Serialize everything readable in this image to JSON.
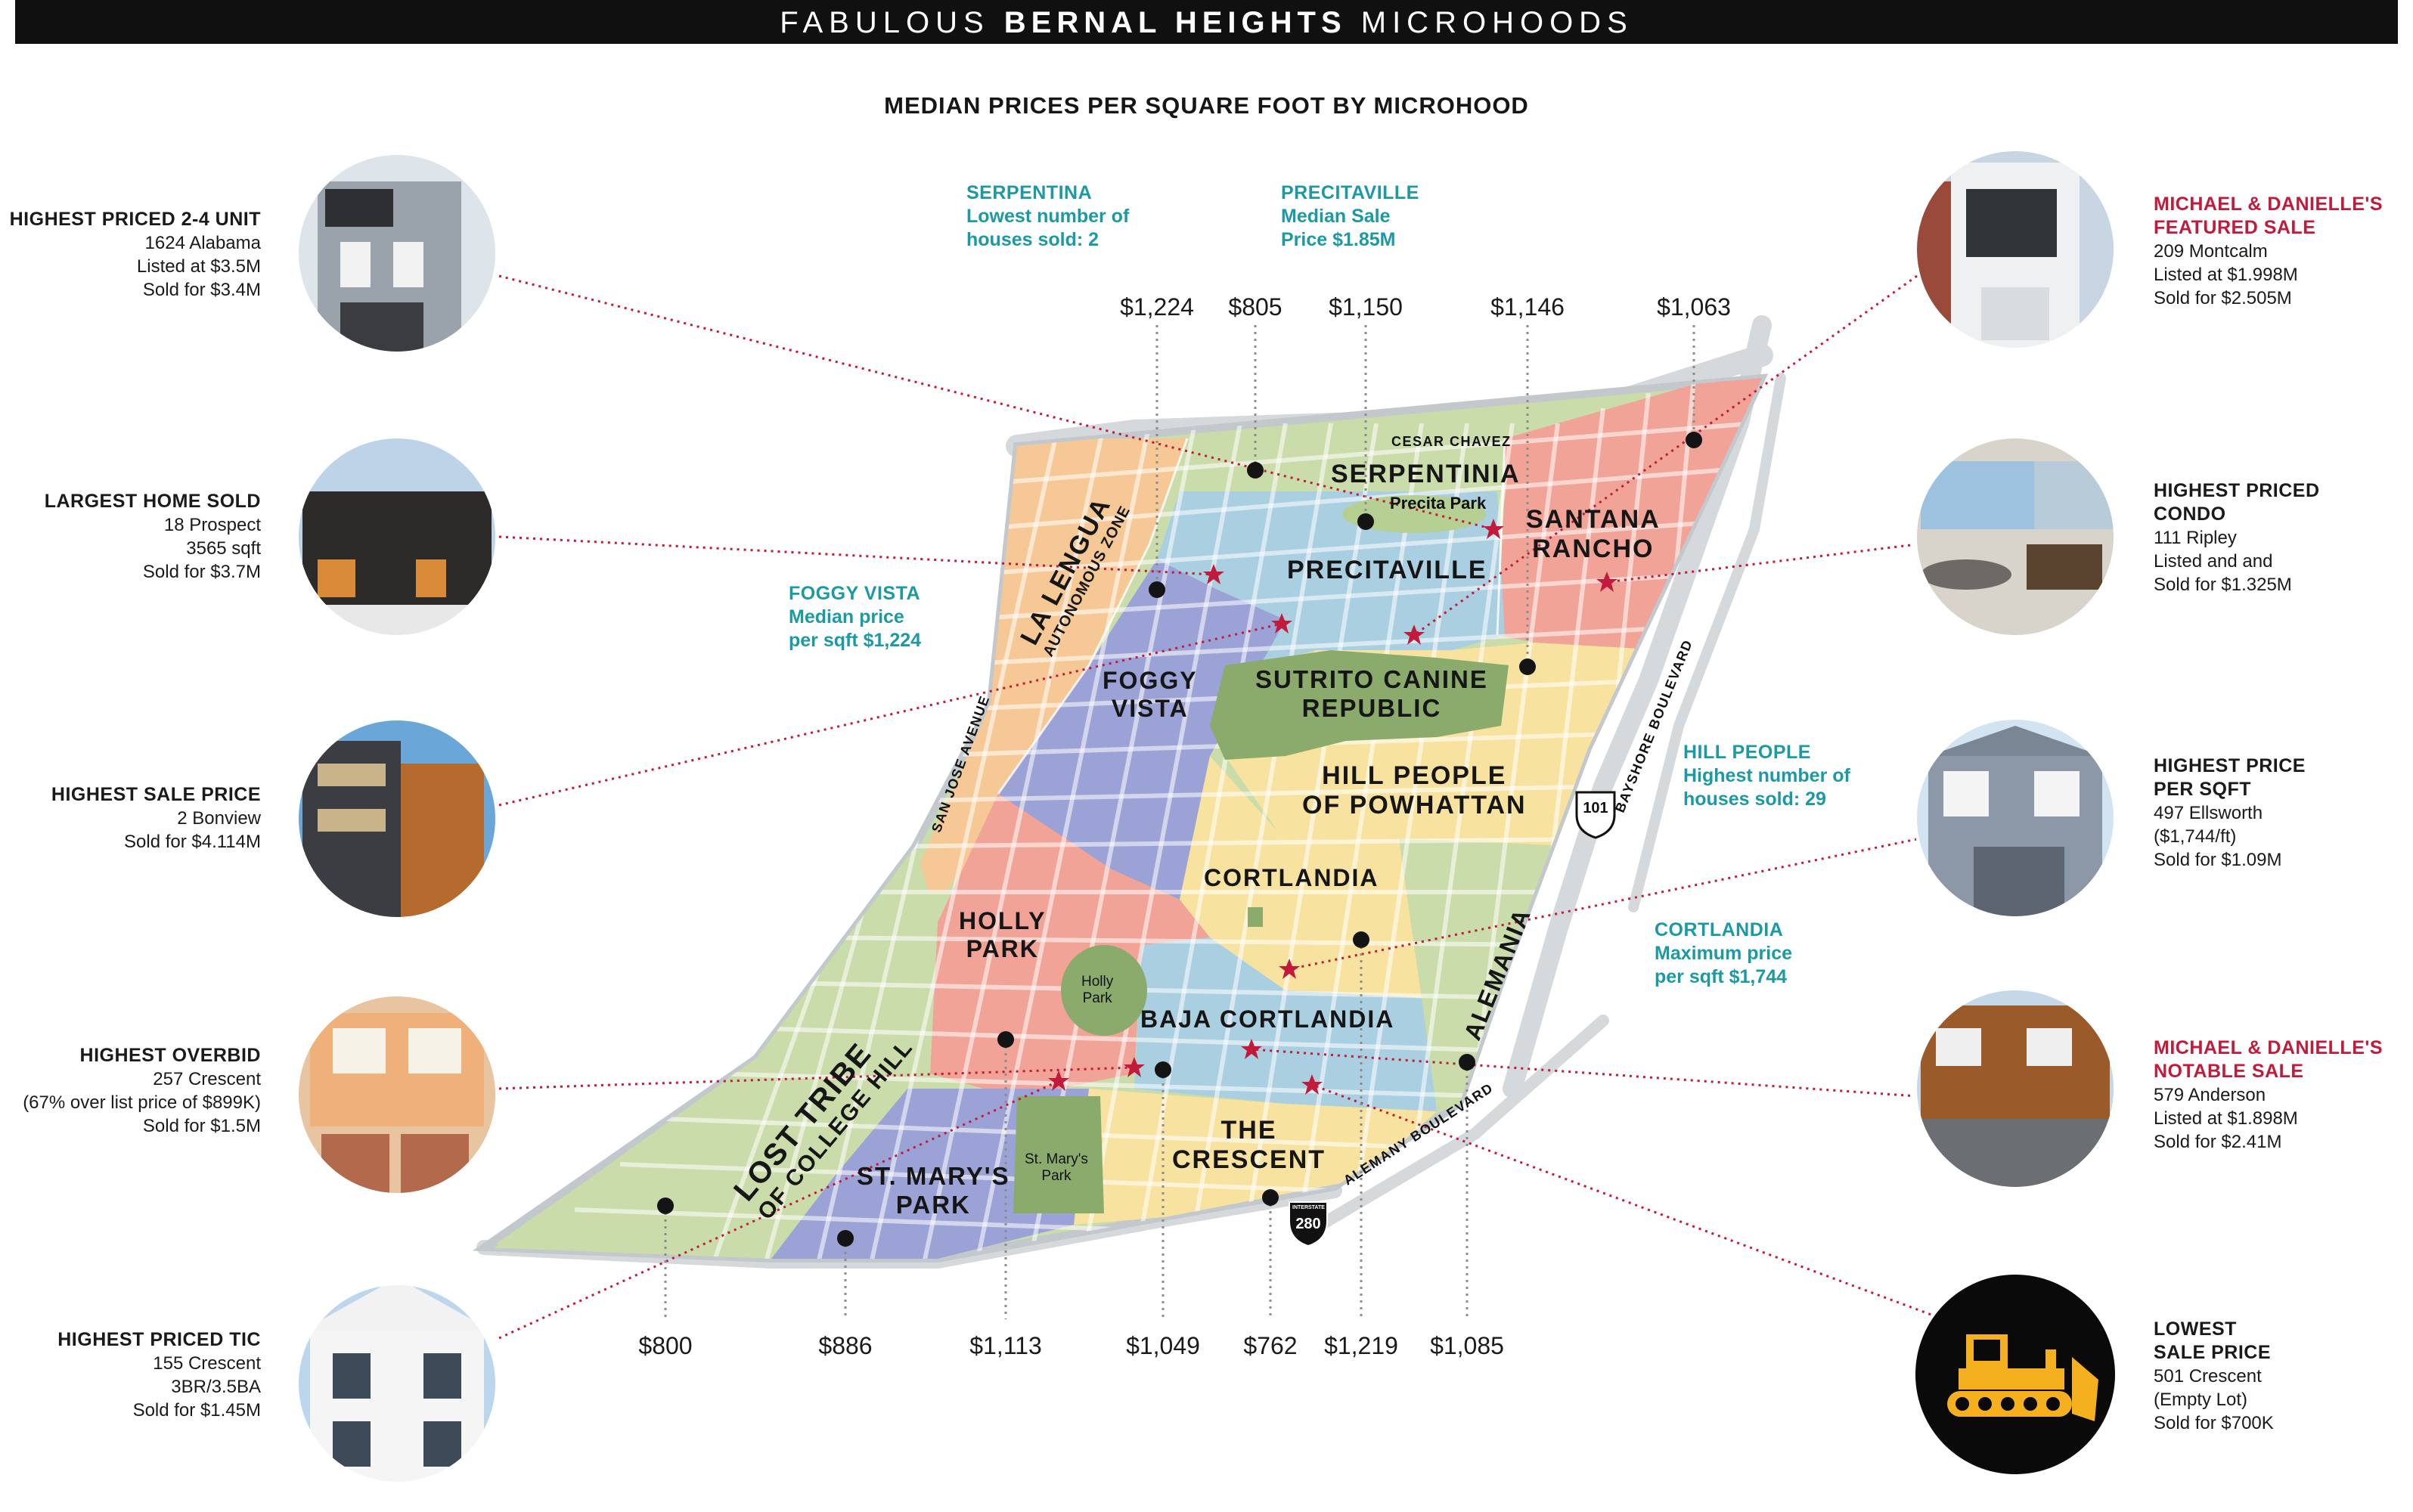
{
  "header": {
    "pre": "FABULOUS",
    "bold": "BERNAL HEIGHTS",
    "post": "MICROHOODS"
  },
  "subtitle": "MEDIAN PRICES PER SQUARE FOOT BY MICROHOOD",
  "colors": {
    "red": "#c21a3a",
    "teal": "#1c9aa4",
    "orange": "#f5c896",
    "green": "#c9dca9",
    "blue": "#a9cfe0",
    "purple": "#9ba2d6",
    "salmon": "#f0a396",
    "yellow": "#f8e2a0",
    "park": "#8aab6c"
  },
  "left_callouts": [
    {
      "title": "HIGHEST PRICED 2-4 UNIT",
      "lines": [
        "1624 Alabama",
        "Listed at $3.5M",
        "Sold for $3.4M"
      ]
    },
    {
      "title": "LARGEST HOME SOLD",
      "lines": [
        "18 Prospect",
        "3565 sqft",
        "Sold for $3.7M"
      ]
    },
    {
      "title": "HIGHEST SALE PRICE",
      "lines": [
        "2 Bonview",
        "Sold for $4.114M"
      ]
    },
    {
      "title": "HIGHEST OVERBID",
      "lines": [
        "257 Crescent",
        "(67% over list price of $899K)",
        "Sold for $1.5M"
      ]
    },
    {
      "title": "HIGHEST PRICED TIC",
      "lines": [
        "155 Crescent",
        "3BR/3.5BA",
        "Sold for $1.45M"
      ]
    }
  ],
  "right_callouts": [
    {
      "title1": "MICHAEL & DANIELLE'S",
      "title2": "FEATURED SALE",
      "lines": [
        "209 Montcalm",
        "Listed at $1.998M",
        "Sold for $2.505M"
      ]
    },
    {
      "title1": "HIGHEST PRICED",
      "title2": "CONDO",
      "lines": [
        "111 Ripley",
        "Listed and and",
        "Sold for $1.325M"
      ]
    },
    {
      "title1": "HIGHEST PRICE",
      "title2": "PER SQFT",
      "lines": [
        "497 Ellsworth",
        "($1,744/ft)",
        "Sold for $1.09M"
      ]
    },
    {
      "title1": "MICHAEL & DANIELLE'S",
      "title2": "NOTABLE SALE",
      "lines": [
        "579 Anderson",
        "Listed at $1.898M",
        "Sold for $2.41M"
      ]
    },
    {
      "title1": "LOWEST",
      "title2": "SALE PRICE",
      "lines": [
        "501 Crescent",
        "(Empty Lot)",
        "Sold for $700K"
      ]
    }
  ],
  "notes": [
    {
      "title": "SERPENTINA",
      "lines": [
        "Lowest number of",
        "houses sold: 2"
      ]
    },
    {
      "title": "PRECITAVILLE",
      "lines": [
        "Median Sale",
        "Price $1.85M"
      ]
    },
    {
      "title": "FOGGY VISTA",
      "lines": [
        "Median price",
        "per sqft $1,224"
      ]
    },
    {
      "title": "HILL PEOPLE",
      "lines": [
        "Highest number of",
        "houses sold: 29"
      ]
    },
    {
      "title": "CORTLANDIA",
      "lines": [
        "Maximum price",
        "per sqft $1,744"
      ]
    }
  ],
  "top_prices": [
    "$1,224",
    "$805",
    "$1,150",
    "$1,146",
    "$1,063"
  ],
  "bottom_prices": [
    "$800",
    "$886",
    "$1,113",
    "$1,049",
    "$762",
    "$1,219",
    "$1,085"
  ],
  "neighborhoods": {
    "la_lengua_1": "LA LENGUA",
    "la_lengua_2": "AUTONOMOUS ZONE",
    "serpentinia": "SERPENTINIA",
    "santana_1": "SANTANA",
    "santana_2": "RANCHO",
    "precitaville": "PRECITAVILLE",
    "foggy_1": "FOGGY",
    "foggy_2": "VISTA",
    "sutrito_1": "SUTRITO CANINE",
    "sutrito_2": "REPUBLIC",
    "hill_1": "HILL PEOPLE",
    "hill_2": "OF POWHATTAN",
    "cortlandia": "CORTLANDIA",
    "holly_1": "HOLLY",
    "holly_2": "PARK",
    "baja": "BAJA CORTLANDIA",
    "alemania": "ALEMANIA",
    "lost_1": "LOST TRIBE",
    "lost_2": "OF COLLEGE HILL",
    "stmarys_1": "ST. MARY'S",
    "stmarys_2": "PARK",
    "crescent_1": "THE",
    "crescent_2": "CRESCENT"
  },
  "parks": {
    "precita": "Precita Park",
    "holly_1": "Holly",
    "holly_2": "Park",
    "stmarys_1": "St. Mary's",
    "stmarys_2": "Park"
  },
  "streets": {
    "cesar": "CESAR CHAVEZ",
    "sanjose": "SAN JOSE AVENUE",
    "bayshore": "BAYSHORE BOULEVARD",
    "alemany": "ALEMANY BOULEVARD"
  },
  "signs": {
    "us101": "101",
    "i280": "280",
    "i280_top": "INTERSTATE"
  }
}
